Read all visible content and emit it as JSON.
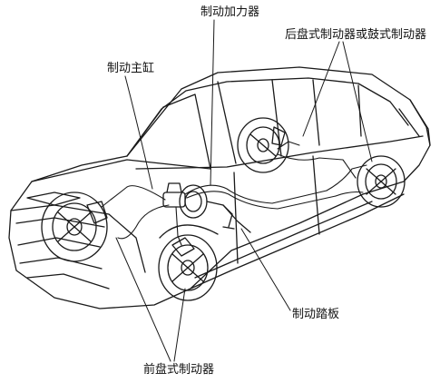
{
  "labels": {
    "brake_booster": "制动加力器",
    "master_cylinder": "制动主缸",
    "rear_brake": "后盘式制动器或鼓式制动器",
    "brake_pedal": "制动踏板",
    "front_brake": "前盘式制动器"
  },
  "colors": {
    "line": "#1a1a1a",
    "background": "#ffffff"
  }
}
